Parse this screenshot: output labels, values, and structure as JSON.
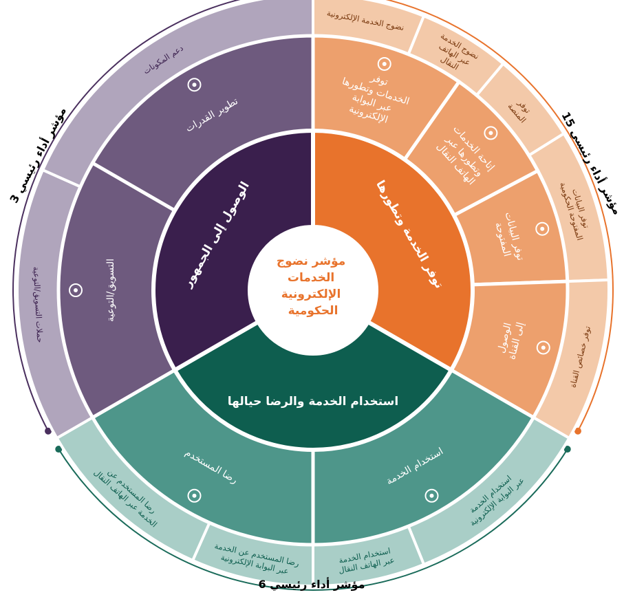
{
  "center": {
    "lines": [
      "مؤشر نضوج",
      "الخدمات",
      "الإلكترونية",
      "الحكومية"
    ]
  },
  "kpi_labels": {
    "orange": "15 مؤشر أداء رئيسي",
    "purple": "3 مؤشر أداء رئيسي",
    "green": "6 مؤشر أداء رئيسي"
  },
  "pillars": {
    "orange": "توفر الخدمة وتطورها",
    "purple": "الوصول إلى الجمهور",
    "green": "استخدام الخدمة والرضا حيالها"
  },
  "middle": {
    "orange": [
      {
        "lines": [
          "توفر",
          "الخدمات وتطورها",
          "عبر البوابة",
          "الإلكترونية"
        ],
        "icon": "globe-icon"
      },
      {
        "lines": [
          "إتاحة الخدمات",
          "وتطورها عبر",
          "الهاتف النقال"
        ],
        "icon": "mobile-phone-icon"
      },
      {
        "lines": [
          "توفر البيانات",
          "المفتوحة"
        ],
        "icon": "open-data-icon"
      },
      {
        "lines": [
          "الوصول",
          "إلى القناة"
        ],
        "icon": "share-nodes-icon"
      }
    ],
    "purple": [
      {
        "lines": [
          "التسويق/التوعية"
        ],
        "icon": "megaphone-icon"
      },
      {
        "lines": [
          "تطوير القدرات"
        ],
        "icon": "gears-icon"
      }
    ],
    "green": [
      {
        "lines": [
          "استخدام الخدمة"
        ],
        "icon": "hand-pointer-icon"
      },
      {
        "lines": [
          "رضا المستخدم"
        ],
        "icon": "handshake-icon"
      }
    ]
  },
  "outer": {
    "orange": [
      {
        "lines": [
          "نضوج الخدمة الإلكترونية"
        ]
      },
      {
        "lines": [
          "نضوج الخدمة",
          "عبر الهاتف",
          "النقال"
        ]
      },
      {
        "lines": [
          "توفر",
          "المنصة"
        ]
      },
      {
        "lines": [
          "توفر البيانات",
          "المفتوحة الحكومية"
        ]
      },
      {
        "lines": [
          "توفر خصائص القناة"
        ]
      }
    ],
    "purple": [
      {
        "lines": [
          "حملات التسويق/التوعية"
        ]
      },
      {
        "lines": [
          "دعم المكونات"
        ]
      }
    ],
    "green": [
      {
        "lines": [
          "استخدام الخدمة",
          "عبر البوابة الإلكترونية"
        ]
      },
      {
        "lines": [
          "استخدام الخدمة",
          "عبر الهاتف النقال"
        ]
      },
      {
        "lines": [
          "رضا المستخدم عن الخدمة",
          "عبر البوابة الإلكترونية"
        ]
      },
      {
        "lines": [
          "رضا المستخدم عن",
          "الخدمة عبر الهاتف النقال"
        ]
      }
    ]
  },
  "colors": {
    "orange_inner": "#E8732C",
    "orange_middle": "#EDA06D",
    "orange_outer": "#F3C9A9",
    "orange_accent": "#E8732C",
    "purple_inner": "#3A1F4D",
    "purple_middle": "#6E5A7E",
    "purple_outer": "#B0A5BC",
    "purple_accent": "#4A2F5E",
    "green_inner": "#0E5E4F",
    "green_middle": "#4E968A",
    "green_outer": "#A9CEC7",
    "green_accent": "#1A6B5A",
    "center_text": "#E8732C"
  }
}
